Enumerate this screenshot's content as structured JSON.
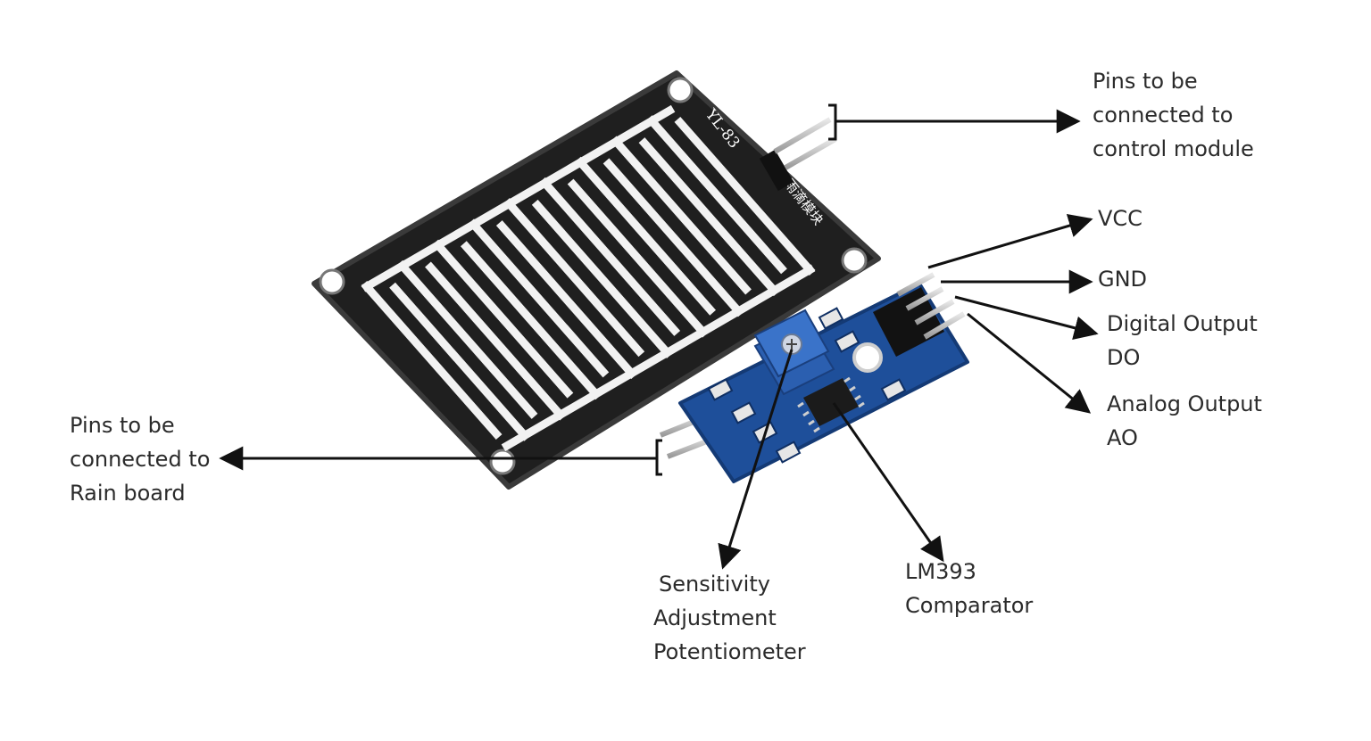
{
  "board": {
    "silkscreen_model": "YL-83",
    "silkscreen_chinese": "雨滴模块"
  },
  "labels": {
    "pins_control": [
      "Pins to be",
      "connected to",
      "control module"
    ],
    "vcc": "VCC",
    "gnd": "GND",
    "digital_output": [
      "Digital Output",
      "DO"
    ],
    "analog_output": [
      "Analog Output",
      "AO"
    ],
    "pins_rain": [
      "Pins to be",
      "connected to",
      "Rain board"
    ],
    "sensitivity": [
      "Sensitivity",
      "Adjustment",
      "Potentiometer"
    ],
    "comparator": [
      "LM393",
      "Comparator"
    ]
  },
  "colors": {
    "rain_board": "#1f1f1f",
    "trace": "#f2f2f2",
    "module_pcb": "#1e4f9a",
    "potentiometer": "#3a73c9",
    "arrow": "#111111",
    "label_text": "#2b2b2b"
  }
}
